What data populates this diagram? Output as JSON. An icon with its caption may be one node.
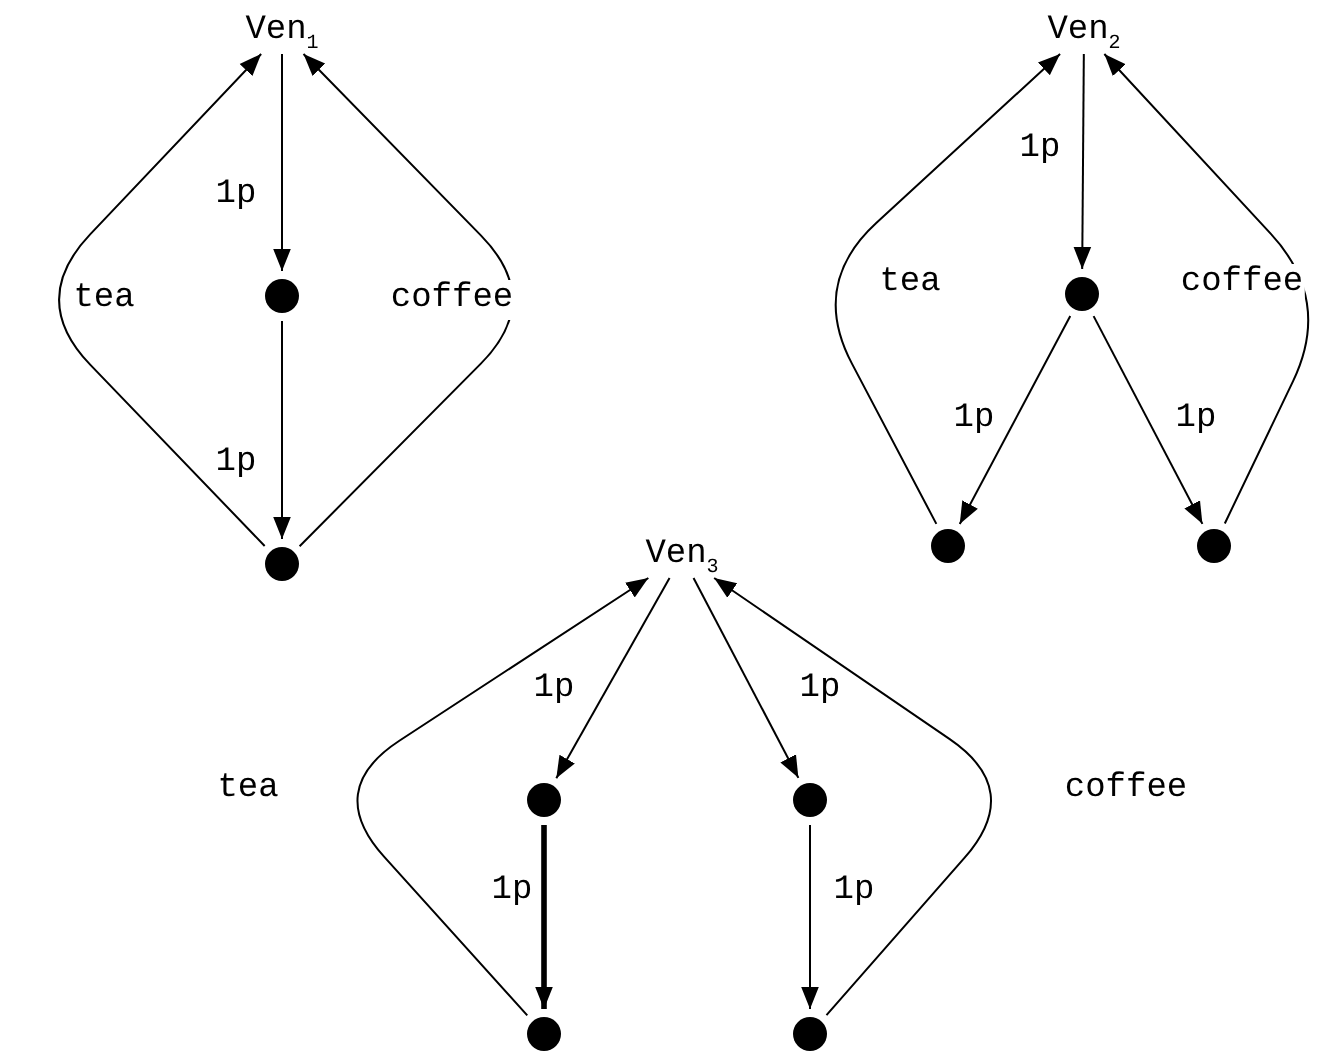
{
  "diagram": {
    "nodes": [
      {
        "text": [
          "Ven$_{1}$"
        ]
      },
      {
        "text": [],
        "shape": "circle"
      },
      {
        "text": [],
        "shape": "circle"
      },
      {
        "text": [
          "Ven$_{2}$"
        ]
      },
      {
        "text": [],
        "shape": "circle"
      },
      {
        "text": [],
        "shape": "circle"
      },
      {
        "text": [],
        "shape": "circle"
      },
      {
        "text": [
          "Ven$_{3}$"
        ]
      },
      {
        "text": [],
        "shape": "circle"
      },
      {
        "text": [],
        "shape": "circle"
      },
      {
        "text": [],
        "shape": "circle"
      },
      {
        "text": [],
        "shape": "circle"
      }
    ],
    "edges": [
      {
        "from": 0,
        "to": 1,
        "arrow": "to",
        "label": "1p"
      },
      {
        "from": 1,
        "to": 2,
        "arrow": "to",
        "label": "1p"
      },
      {
        "from": 2,
        "to": 0,
        "arrow": "to",
        "label": "tea"
      },
      {
        "from": 2,
        "to": 0,
        "arrow": "to",
        "label": "coffee"
      },
      {
        "from": 3,
        "to": 4,
        "arrow": "to",
        "label": "1p"
      },
      {
        "from": 4,
        "to": 5,
        "arrow": "to",
        "label": "1p"
      },
      {
        "from": 4,
        "to": 6,
        "arrow": "to",
        "label": "1p"
      },
      {
        "from": 5,
        "to": 3,
        "arrow": "to",
        "label": "tea"
      },
      {
        "from": 6,
        "to": 3,
        "arrow": "to",
        "label": "coffee"
      },
      {
        "from": 7,
        "to": 8,
        "arrow": "to",
        "label": "1p"
      },
      {
        "from": 7,
        "to": 9,
        "arrow": "to",
        "label": "1p"
      },
      {
        "from": 8,
        "to": 10,
        "arrow": "to",
        "label": "1p",
        "style": "thick"
      },
      {
        "from": 9,
        "to": 11,
        "arrow": "to",
        "label": "1p"
      },
      {
        "from": 10,
        "to": 7,
        "arrow": "to",
        "label": "tea"
      },
      {
        "from": 11,
        "to": 7,
        "arrow": "to",
        "label": "coffee"
      }
    ]
  }
}
